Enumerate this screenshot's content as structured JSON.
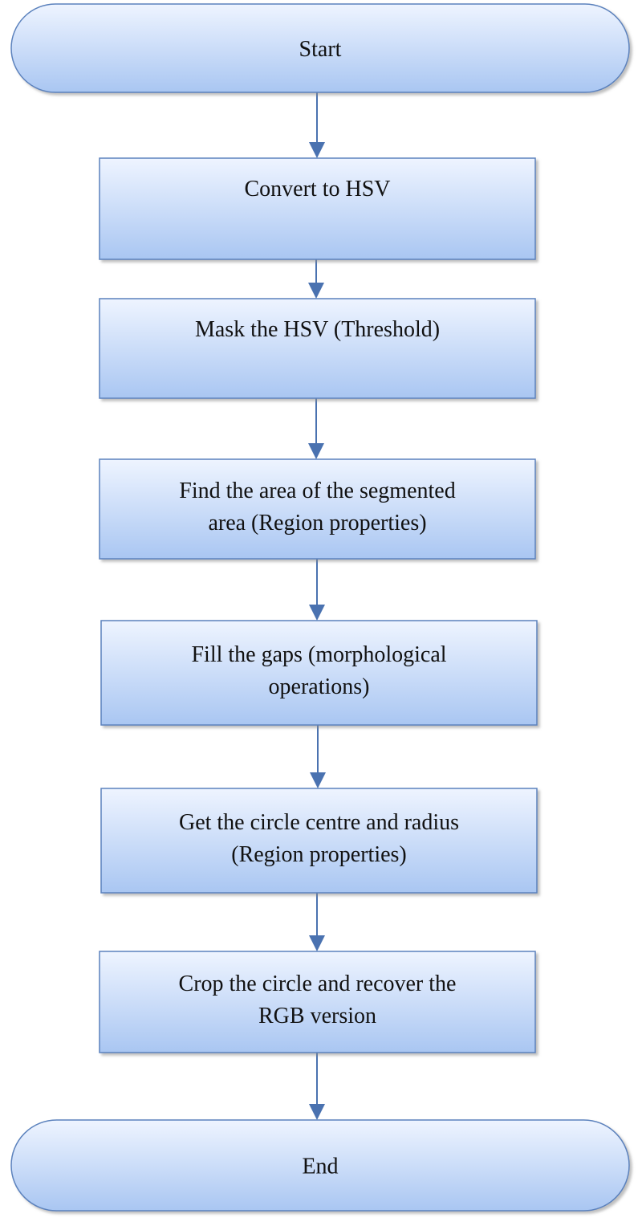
{
  "flowchart": {
    "colors": {
      "fill_top": "#eef4ff",
      "fill_bottom": "#a9c6f2",
      "stroke": "#5b82bd",
      "arrow": "#4a72b0",
      "text": "#111111"
    },
    "nodes": [
      {
        "id": "start",
        "shape": "terminal",
        "lines": [
          "Start"
        ]
      },
      {
        "id": "convert",
        "shape": "process",
        "lines": [
          "Convert to HSV"
        ]
      },
      {
        "id": "mask",
        "shape": "process",
        "lines": [
          "Mask the HSV (Threshold)"
        ]
      },
      {
        "id": "area",
        "shape": "process",
        "lines": [
          "Find the area of the segmented",
          "area (Region properties)"
        ]
      },
      {
        "id": "fill",
        "shape": "process",
        "lines": [
          "Fill the gaps (morphological",
          "operations)"
        ]
      },
      {
        "id": "circle",
        "shape": "process",
        "lines": [
          "Get the circle centre and radius",
          "(Region properties)"
        ]
      },
      {
        "id": "crop",
        "shape": "process",
        "lines": [
          "Crop the circle and recover the",
          "RGB version"
        ]
      },
      {
        "id": "end",
        "shape": "terminal",
        "lines": [
          "End"
        ]
      }
    ],
    "edges": [
      {
        "from": "start",
        "to": "convert"
      },
      {
        "from": "convert",
        "to": "mask"
      },
      {
        "from": "mask",
        "to": "area"
      },
      {
        "from": "area",
        "to": "fill"
      },
      {
        "from": "fill",
        "to": "circle"
      },
      {
        "from": "circle",
        "to": "crop"
      },
      {
        "from": "crop",
        "to": "end"
      }
    ]
  }
}
